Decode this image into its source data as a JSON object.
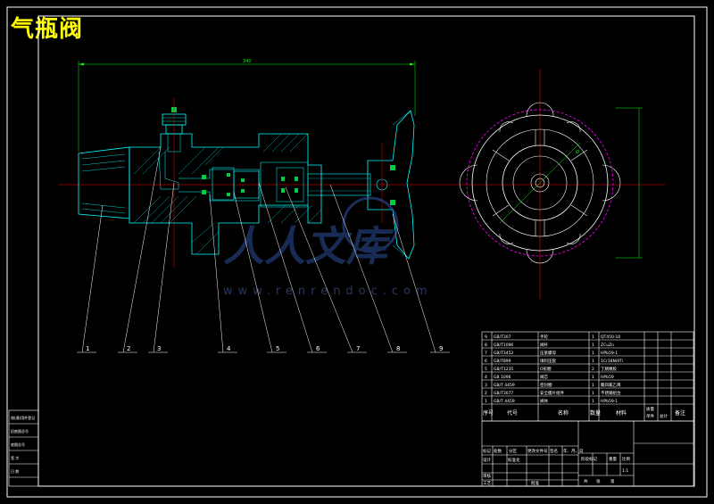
{
  "title": "气瓶阀",
  "dimensions": {
    "overall_length": "340",
    "handwheel_diameter": "Ø"
  },
  "callouts": [
    "1",
    "2",
    "3",
    "4",
    "5",
    "6",
    "7",
    "8",
    "9"
  ],
  "bom": {
    "headers": [
      "序号",
      "代号",
      "名称",
      "数量",
      "材料",
      "单件",
      "总计",
      "备注"
    ],
    "header_group": "质量",
    "rows": [
      {
        "no": "9",
        "code": "GB/T307",
        "name": "手轮",
        "qty": "1",
        "mat": "QT450-10"
      },
      {
        "no": "8",
        "code": "GB/T1096",
        "name": "阀杆",
        "qty": "1",
        "mat": "ZCuZn"
      },
      {
        "no": "7",
        "code": "GB/T3452",
        "name": "压紧螺母",
        "qty": "1",
        "mat": "HPb59-1"
      },
      {
        "no": "6",
        "code": "GB/T899",
        "name": "填料压套",
        "qty": "1",
        "mat": "1Cr18Ni9Ti"
      },
      {
        "no": "5",
        "code": "GB/T1235",
        "name": "O形圈",
        "qty": "2",
        "mat": "丁腈橡胶"
      },
      {
        "no": "4",
        "code": "GB 1096",
        "name": "阀芯",
        "qty": "1",
        "mat": "HPb59"
      },
      {
        "no": "3",
        "code": "GB/T 4459",
        "name": "密封圈",
        "qty": "1",
        "mat": "聚四氟乙烯"
      },
      {
        "no": "2",
        "code": "GB/T3077",
        "name": "安全膜片组件",
        "qty": "1",
        "mat": "不锈钢组合"
      },
      {
        "no": "1",
        "code": "GB/T 4459",
        "name": "阀体",
        "qty": "1",
        "mat": "HPb59-1"
      }
    ]
  },
  "title_block": {
    "row_labels": [
      "标记",
      "处数",
      "分区",
      "更改文件号",
      "签名",
      "年、月、日"
    ],
    "labels": [
      "设计",
      "审核",
      "工艺",
      "标准化",
      "批准",
      "阶段标记",
      "重量",
      "比例",
      "共",
      "张",
      "第"
    ],
    "scale": "1:1"
  },
  "side_strip": [
    "借(通)用件登记",
    "旧底图总号",
    "底图总号",
    "签 字",
    "日 期"
  ],
  "watermark": {
    "brand": "人人文库",
    "url": "www.renrendoc.com"
  },
  "colors": {
    "frame": "#ffffff",
    "body": "#00ffff",
    "centerline": "#ff0000",
    "dimension": "#00ff00",
    "magenta": "#ff00ff",
    "seal": "#00cc44",
    "title": "#ffff00"
  }
}
